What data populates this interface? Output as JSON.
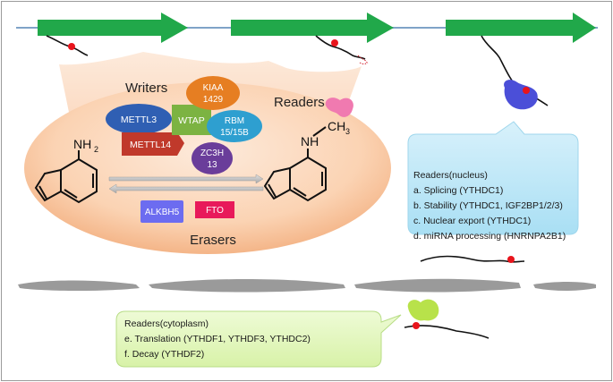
{
  "writers": {
    "heading": "Writers",
    "enzymes": {
      "mettl3": "METTL3",
      "mettl14": "METTL14",
      "wtap": "WTAP",
      "kiaa_line1": "KIAA",
      "kiaa_line2": "1429",
      "rbm_line1": "RBM",
      "rbm_line2": "15/15B",
      "zc3h_line1": "ZC3H",
      "zc3h_line2": "13"
    }
  },
  "readers": {
    "heading": "Readers"
  },
  "erasers": {
    "heading": "Erasers",
    "alkbh5": "ALKBH5",
    "fto": "FTO"
  },
  "molecules": {
    "left_group": "NH",
    "left_subscript": "2",
    "right_group": "NH",
    "right_methyl": "CH",
    "right_methyl_subscript": "3"
  },
  "readers_nucleus": {
    "title": "Readers(nucleus)",
    "items": [
      "a. Splicing (YTHDC1)",
      "b. Stability (YTHDC1, IGF2BP1/2/3)",
      "c. Nuclear export (YTHDC1)",
      "d. miRNA processing (HNRNPA2B1)"
    ]
  },
  "readers_cytoplasm": {
    "title": "Readers(cytoplasm)",
    "items": [
      "e. Translation (YTHDF1, YTHDF3, YTHDC2)",
      "f. Decay (YTHDF2)"
    ]
  },
  "colors": {
    "arrow_green": "#21a84a",
    "dna_line": "#7fa3c8",
    "oval_light": "#fde4d1",
    "oval_dark": "#f6b98c",
    "mettl3": "#2f5fb3",
    "mettl14": "#c0392b",
    "wtap": "#7cb342",
    "kiaa": "#e67e22",
    "rbm": "#2e9fd0",
    "zc3h": "#6a3d9a",
    "alkbh5": "#6c6cf0",
    "fto": "#e8195a",
    "m6a_mark": "#e8141c",
    "reader_nucleus": "#4b4fd8",
    "reader_pink": "#f07ab0",
    "reader_cyto": "#b8e24a",
    "nucleus_box": "#bfe8f8",
    "cyto_box": "#e5f7c4",
    "membrane": "#9a9a9a"
  }
}
